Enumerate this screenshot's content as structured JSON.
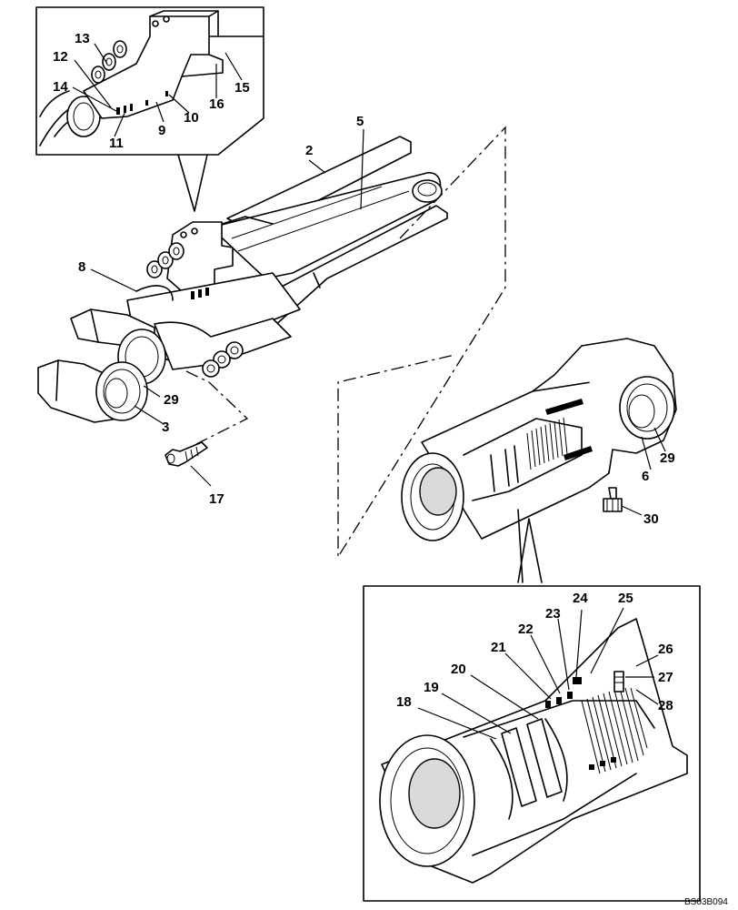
{
  "drawing_code": "BS03B094",
  "callouts": [
    {
      "id": "c2",
      "label": "2"
    },
    {
      "id": "c3",
      "label": "3"
    },
    {
      "id": "c5",
      "label": "5"
    },
    {
      "id": "c6",
      "label": "6"
    },
    {
      "id": "c8",
      "label": "8"
    },
    {
      "id": "c9",
      "label": "9"
    },
    {
      "id": "c10",
      "label": "10"
    },
    {
      "id": "c11",
      "label": "11"
    },
    {
      "id": "c12",
      "label": "12"
    },
    {
      "id": "c13",
      "label": "13"
    },
    {
      "id": "c14",
      "label": "14"
    },
    {
      "id": "c15",
      "label": "15"
    },
    {
      "id": "c16",
      "label": "16"
    },
    {
      "id": "c17",
      "label": "17"
    },
    {
      "id": "c18",
      "label": "18"
    },
    {
      "id": "c19",
      "label": "19"
    },
    {
      "id": "c20",
      "label": "20"
    },
    {
      "id": "c21",
      "label": "21"
    },
    {
      "id": "c22",
      "label": "22"
    },
    {
      "id": "c23",
      "label": "23"
    },
    {
      "id": "c24",
      "label": "24"
    },
    {
      "id": "c25",
      "label": "25"
    },
    {
      "id": "c26",
      "label": "26"
    },
    {
      "id": "c27",
      "label": "27"
    },
    {
      "id": "c28",
      "label": "28"
    },
    {
      "id": "c29a",
      "label": "29"
    },
    {
      "id": "c29b",
      "label": "29"
    },
    {
      "id": "c30",
      "label": "30"
    }
  ]
}
